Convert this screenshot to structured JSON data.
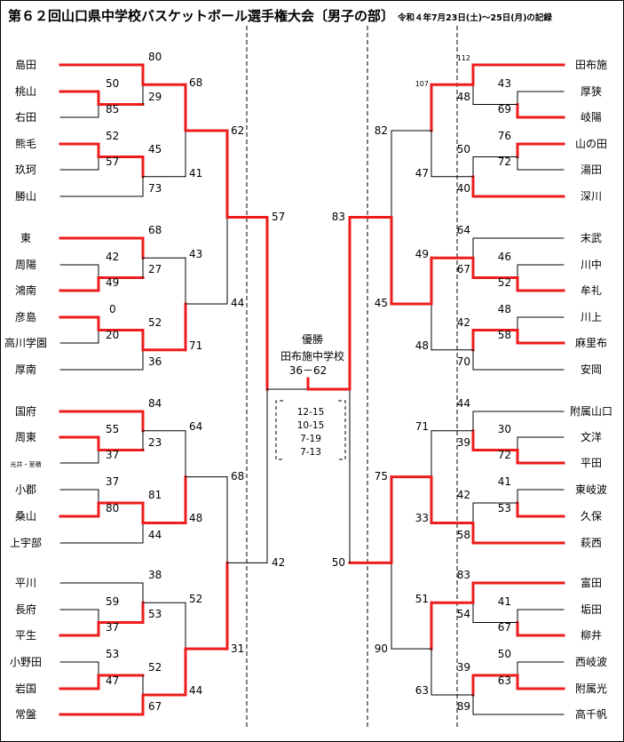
{
  "header": {
    "title": "第６２回山口県中学校バスケットボール選手権大会〔男子の部〕",
    "subtitle": "令和４年7月23日(土)～25日(月)の記録"
  },
  "teams_left": [
    "島田",
    "桃山",
    "右田",
    "熊毛",
    "玖珂",
    "勝山",
    "東",
    "周陽",
    "鴻南",
    "彦島",
    "高川学園",
    "厚南",
    "国府",
    "周東",
    "光井・室積",
    "小郡",
    "桑山",
    "上宇部",
    "平川",
    "長府",
    "平生",
    "小野田",
    "岩国",
    "常盤"
  ],
  "teams_right": [
    "田布施",
    "厚狭",
    "岐陽",
    "山の田",
    "湯田",
    "深川",
    "末武",
    "川中",
    "牟礼",
    "川上",
    "麻里布",
    "安岡",
    "附属山口",
    "文洋",
    "平田",
    "東岐波",
    "久保",
    "萩西",
    "富田",
    "垢田",
    "柳井",
    "西岐波",
    "附属光",
    "高千帆"
  ],
  "scores_left": {
    "r1": [
      "80",
      "50",
      "85",
      "29",
      "52",
      "57",
      "45",
      "73",
      "68",
      "42",
      "49",
      "27",
      "0",
      "20",
      "52",
      "36",
      "84",
      "55",
      "37",
      "23",
      "37",
      "80",
      "81",
      "44",
      "38",
      "59",
      "37",
      "53",
      "53",
      "47",
      "52",
      "67"
    ],
    "r2": [
      "68",
      "41",
      "43",
      "71",
      "64",
      "48",
      "52",
      "44"
    ],
    "r3": [
      "62",
      "44",
      "68",
      "31"
    ],
    "semi": [
      "57",
      "42"
    ]
  },
  "scores_right": {
    "r1": [
      "112",
      "43",
      "69",
      "48",
      "76",
      "72",
      "50",
      "40",
      "64",
      "46",
      "52",
      "67",
      "48",
      "58",
      "42",
      "70",
      "44",
      "30",
      "72",
      "39",
      "41",
      "53",
      "42",
      "58",
      "83",
      "41",
      "67",
      "54",
      "50",
      "63",
      "39",
      "89"
    ],
    "r2": [
      "107",
      "47",
      "49",
      "48",
      "71",
      "33",
      "51",
      "63"
    ],
    "r3": [
      "82",
      "45",
      "75",
      "90"
    ],
    "semi": [
      "83",
      "50"
    ]
  },
  "final": {
    "label": "優勝",
    "champion": "田布施中学校",
    "score": "36－62",
    "quarters": [
      "12-15",
      "10-15",
      "7-19",
      "7-13"
    ]
  },
  "colors": {
    "win": "#ee1c1c",
    "loss": "#000000"
  }
}
